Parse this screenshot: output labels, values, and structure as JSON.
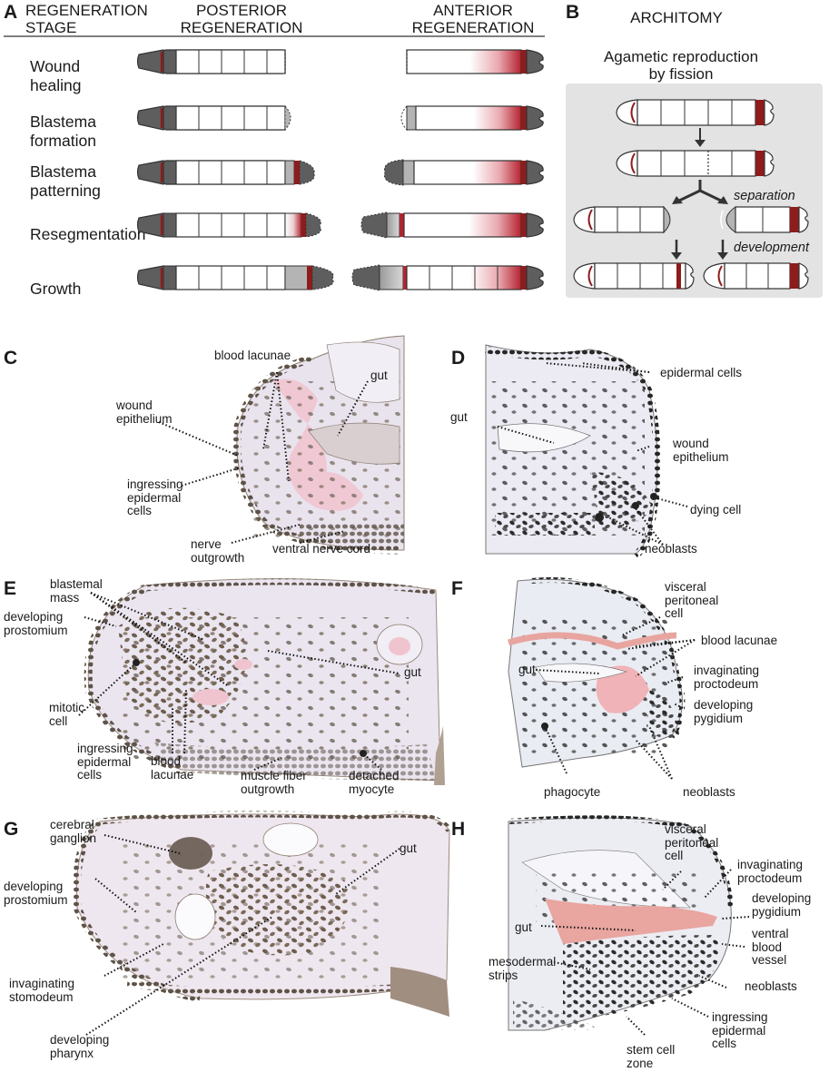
{
  "panel_letters": {
    "a": "A",
    "b": "B",
    "c": "C",
    "d": "D",
    "e": "E",
    "f": "F",
    "g": "G",
    "h": "H"
  },
  "panel_a": {
    "header_stage": "REGENERATION\nSTAGE",
    "header_posterior": "POSTERIOR\nREGENERATION",
    "header_anterior": "ANTERIOR\nREGENERATION",
    "stages": [
      "Wound\nhealing",
      "Blastema\nformation",
      "Blastema\npatterning",
      "Resegmentation",
      "Growth"
    ]
  },
  "panel_b": {
    "title": "ARCHITOMY",
    "subtitle": "Agametic reproduction\nby fission",
    "separation": "separation",
    "development": "development"
  },
  "panel_c": {
    "labels": [
      "blood lacunae",
      "gut",
      "wound\nepithelium",
      "ingressing\nepidermal\ncells",
      "nerve\noutgrowth",
      "ventral nerve cord"
    ]
  },
  "panel_d": {
    "labels": [
      "epidermal cells",
      "gut",
      "wound\nepithelium",
      "dying cell",
      "neoblasts"
    ]
  },
  "panel_e": {
    "labels": [
      "blastemal\nmass",
      "developing\nprostomium",
      "gut",
      "mitotic\ncell",
      "ingressing\nepidermal\ncells",
      "blood\nlacunae",
      "muscle fiber\noutgrowth",
      "detached\nmyocyte"
    ]
  },
  "panel_f": {
    "labels": [
      "visceral\nperitoneal\ncell",
      "blood lacunae",
      "gut",
      "invaginating\nproctodeum",
      "developing\npygidium",
      "phagocyte",
      "neoblasts"
    ]
  },
  "panel_g": {
    "labels": [
      "cerebral\nganglion",
      "gut",
      "developing\nprostomium",
      "invaginating\nstomodeum",
      "developing\npharynx"
    ]
  },
  "panel_h": {
    "labels": [
      "visceral\nperitoneal\ncell",
      "invaginating\nproctodeum",
      "developing\npygidium",
      "gut",
      "ventral\nblood\nvessel",
      "mesodermal\nstrips",
      "neoblasts",
      "ingressing\nepidermal\ncells",
      "stem cell\nzone"
    ]
  },
  "colors": {
    "head_gray": "#5e5e5e",
    "blastema_gray": "#b4b4b4",
    "dark_red": "#8e1c1c",
    "lacuna_pink": "#f0c4cf",
    "tissue_lilac": "#e9e3ee",
    "nucleus_brown": "#6d5d4d",
    "box_gray": "#e3e3e3"
  }
}
